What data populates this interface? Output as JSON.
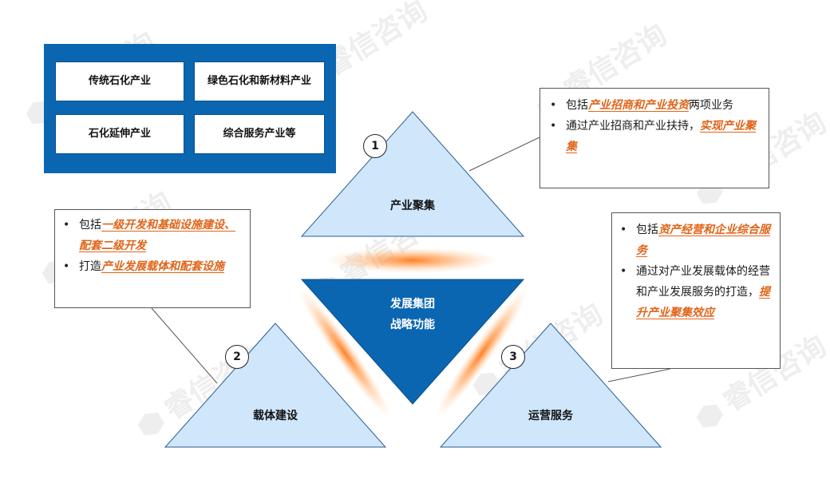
{
  "watermark": "睿信咨询",
  "categories": {
    "traditional": "传统石化产业",
    "green": "绿色石化和新材料产业",
    "extension": "石化延伸产业",
    "services": "综合服务产业等"
  },
  "center": {
    "line1": "发展集团",
    "line2": "战略功能"
  },
  "triangles": {
    "industry": {
      "num": "1",
      "label": "产业聚集"
    },
    "carrier": {
      "num": "2",
      "label": "载体建设"
    },
    "operation": {
      "num": "3",
      "label": "运营服务"
    }
  },
  "callouts": {
    "industry": {
      "b1_pre": "包括",
      "b1_hl": "产业招商和产业投资",
      "b1_post": "两项业务",
      "b2_pre": "通过产业招商和产业扶持，",
      "b2_hl": "实现产业聚集"
    },
    "carrier": {
      "b1_pre": "包括",
      "b1_hl": "一级开发和基础设施建设、配套二级开发",
      "b2_pre": "打造",
      "b2_hl": "产业发展载体和配套设施"
    },
    "operation": {
      "b1_pre": "包括",
      "b1_hl": "资产经营和企业综合服务",
      "b2_pre": "通过对产业发展载体的经营和产业发展服务的打造，",
      "b2_hl": "提升产业聚集效应"
    }
  },
  "colors": {
    "panel_blue": "#0b66b1",
    "center_blue": "#0b66b1",
    "triangle_fill": "#cfe6fb",
    "highlight_orange": "#e06418"
  }
}
